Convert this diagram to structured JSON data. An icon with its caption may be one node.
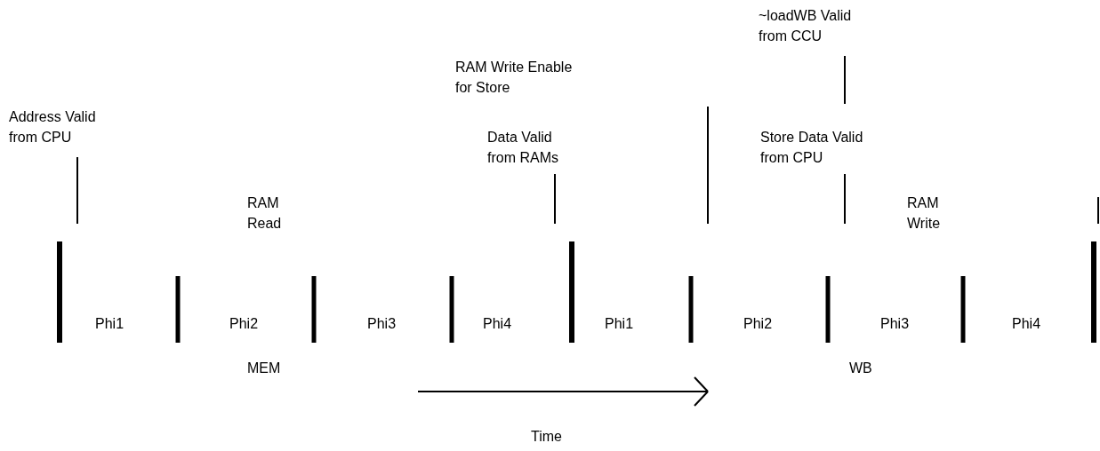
{
  "diagram": {
    "labels": [
      "~loadWB Valid from CCU",
      "RAM Write Enable for Store",
      "Address Valid from CPU",
      "Data Valid from RAMs",
      "Store Data Valid from CPU",
      "RAM Read",
      "RAM Write",
      "Phi1",
      "Phi2",
      "Phi3",
      "Phi4",
      "Phi1",
      "Phi2",
      "Phi3",
      "Phi4",
      "MEM",
      "WB",
      "Time"
    ]
  }
}
